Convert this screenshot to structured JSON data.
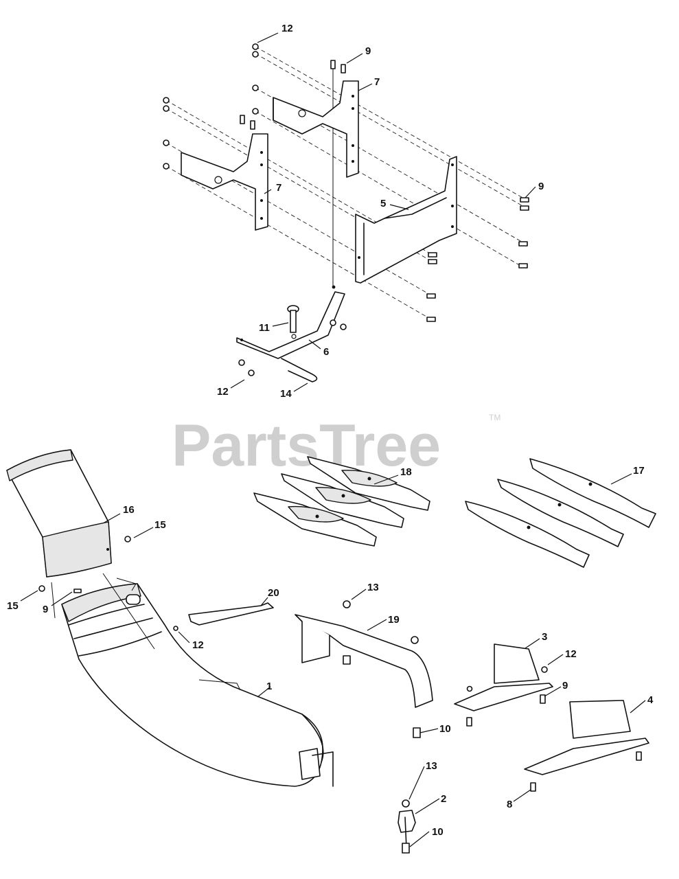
{
  "watermark": {
    "text": "PartsTree",
    "trademark": "TM"
  },
  "callouts": {
    "c1": "1",
    "c2": "2",
    "c3": "3",
    "c4": "4",
    "c5": "5",
    "c6": "6",
    "c7a": "7",
    "c7b": "7",
    "c8": "8",
    "c9a": "9",
    "c9b": "9",
    "c9c": "9",
    "c9d": "9",
    "c10a": "10",
    "c10b": "10",
    "c11": "11",
    "c12a": "12",
    "c12b": "12",
    "c12c": "12",
    "c12d": "12",
    "c13a": "13",
    "c13b": "13",
    "c14": "14",
    "c15a": "15",
    "c15b": "15",
    "c16": "16",
    "c17": "17",
    "c18": "18",
    "c19": "19",
    "c20": "20"
  }
}
